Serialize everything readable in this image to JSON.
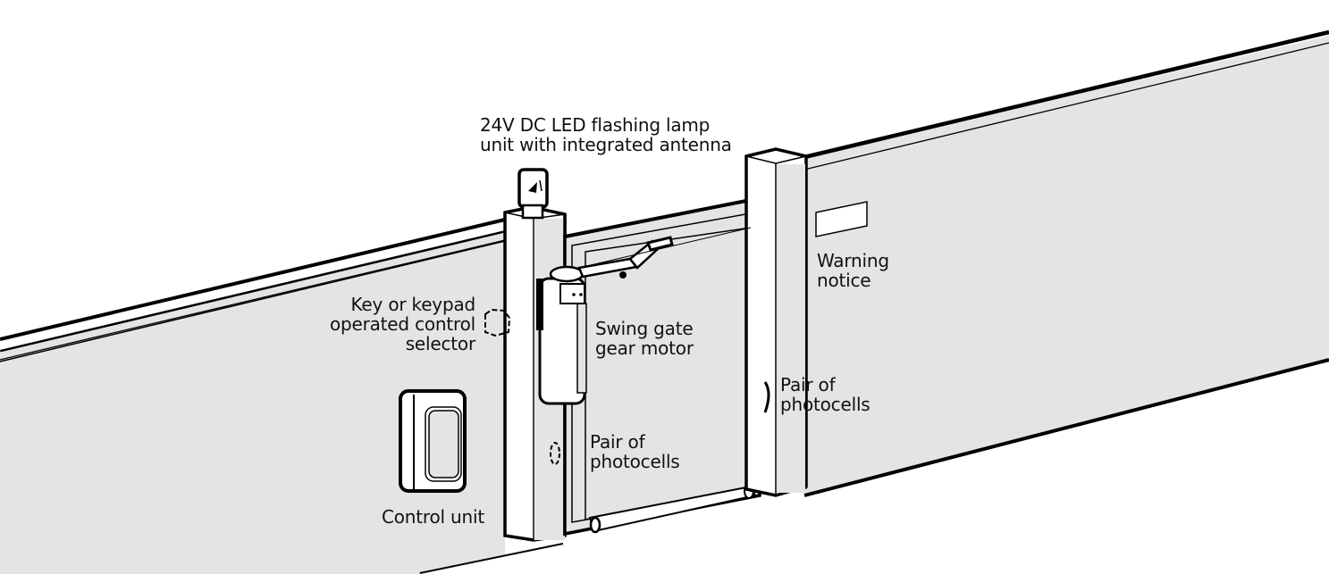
{
  "diagram": {
    "title": "Swing gate automation installation overview",
    "colors": {
      "wall_fill": "#e4e4e4",
      "outline": "#000000",
      "background": "#ffffff",
      "label_text": "#111111"
    },
    "labels": {
      "flashing_lamp": {
        "line1": "24V DC LED flashing lamp",
        "line2": "unit with integrated antenna"
      },
      "key_selector": {
        "line1": "Key or keypad",
        "line2": "operated control",
        "line3": "selector"
      },
      "gear_motor": {
        "line1": "Swing gate",
        "line2": "gear motor"
      },
      "warning_notice": {
        "line1": "Warning",
        "line2": "notice"
      },
      "photocells_right": {
        "line1": "Pair of",
        "line2": "photocells"
      },
      "photocells_left": {
        "line1": "Pair of",
        "line2": "photocells"
      },
      "control_unit": {
        "line1": "Control unit"
      }
    },
    "components": [
      "left-wall",
      "left-pillar",
      "flashing-lamp",
      "key-selector",
      "control-unit",
      "gear-motor",
      "gate-leaf",
      "right-pillar",
      "warning-notice-plate",
      "photocell-left",
      "photocell-right",
      "right-wall"
    ]
  }
}
